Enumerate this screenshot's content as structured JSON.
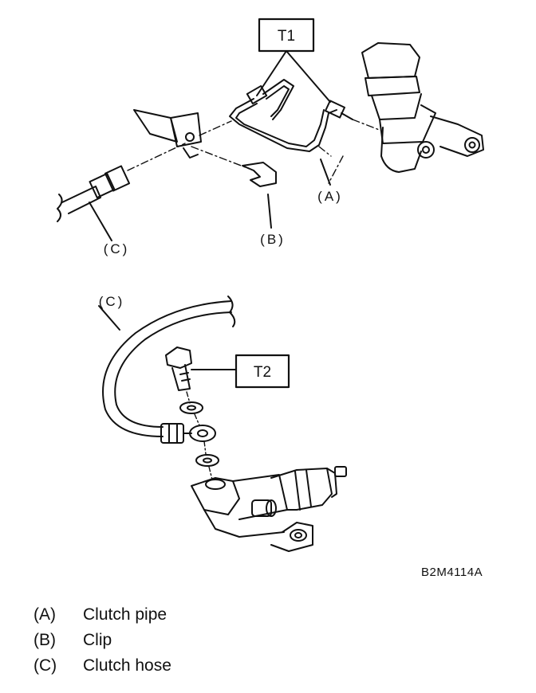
{
  "diagram": {
    "torque_boxes": {
      "t1": "T1",
      "t2": "T2"
    },
    "callouts": {
      "a": "(A)",
      "b": "(B)",
      "c_top": "(C)",
      "c_bottom": "(C)"
    },
    "figure_code": "B2M4114A"
  },
  "legend": [
    {
      "key": "(A)",
      "label": "Clutch pipe"
    },
    {
      "key": "(B)",
      "label": "Clip"
    },
    {
      "key": "(C)",
      "label": "Clutch hose"
    }
  ]
}
